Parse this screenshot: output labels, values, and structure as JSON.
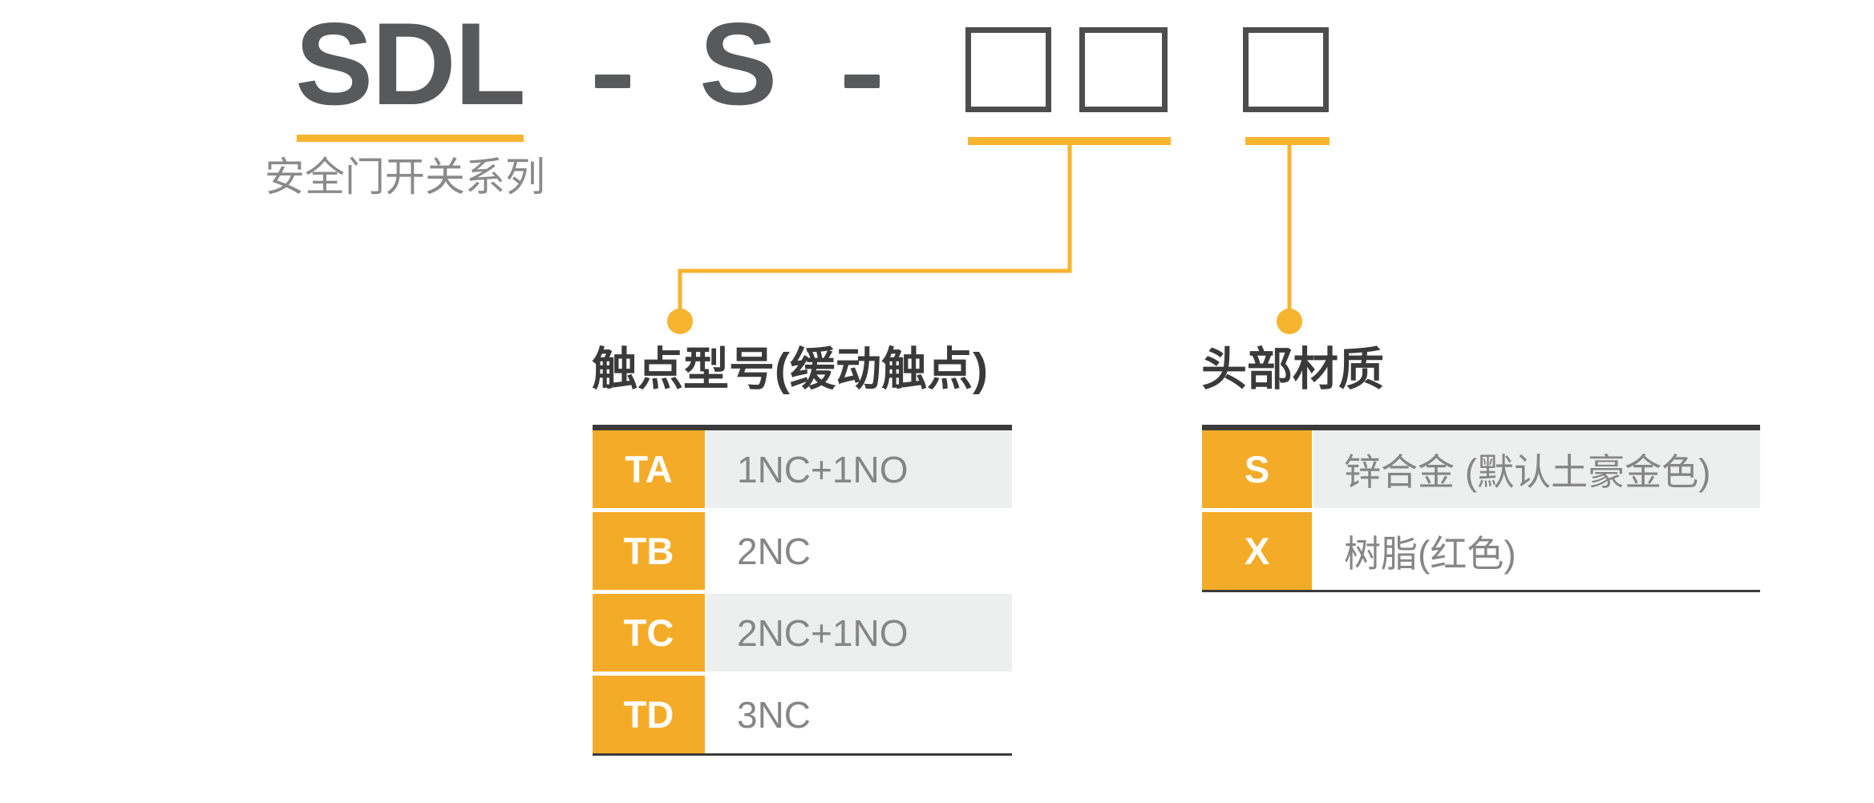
{
  "colors": {
    "accent": "#F7B42F",
    "cell-orange": "#F4AC28",
    "dark": "#3A3A3A",
    "title-gray": "#58595B",
    "subtitle-gray": "#8A8A8A",
    "value-gray": "#868686",
    "row-alt-bg": "#EDEEEE",
    "box-border": "#4D4D4D"
  },
  "model_code": {
    "series": "SDL",
    "dash1": "-",
    "fixed_code": "S",
    "dash2": "-",
    "placeholder_box_count": 3,
    "series_subtitle": "安全门开关系列"
  },
  "sections": {
    "contact": {
      "title": "触点型号(缓动触点)",
      "rows": [
        {
          "code": "TA",
          "desc": "1NC+1NO"
        },
        {
          "code": "TB",
          "desc": "2NC"
        },
        {
          "code": "TC",
          "desc": "2NC+1NO"
        },
        {
          "code": "TD",
          "desc": "3NC"
        }
      ]
    },
    "head": {
      "title": "头部材质",
      "rows": [
        {
          "code": "S",
          "desc": "锌合金 (默认土豪金色)"
        },
        {
          "code": "X",
          "desc": "树脂(红色)"
        }
      ]
    }
  }
}
